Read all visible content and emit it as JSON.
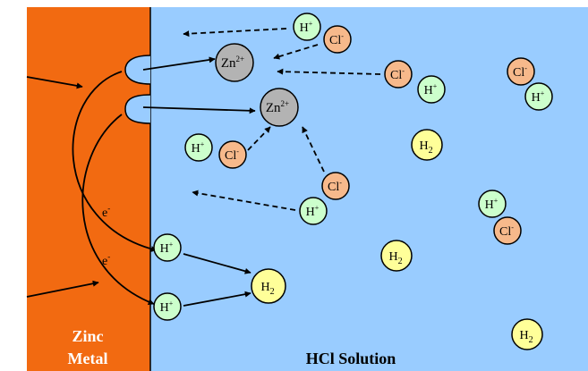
{
  "metal": {
    "label_line1": "Zinc",
    "label_line2": "Metal",
    "color": "#F26A11"
  },
  "solution": {
    "label": "HCl Solution",
    "color": "#99CCFF"
  },
  "species": {
    "h_plus": {
      "base": "H",
      "sup": "+",
      "color": "#CCFFCC"
    },
    "cl_minus": {
      "base": "Cl",
      "sup": "-",
      "color": "#F7B98B"
    },
    "zn": {
      "base": "Zn",
      "sup": "2+",
      "color": "#B3B3B3"
    },
    "h2": {
      "base": "H",
      "sub": "2",
      "color": "#FFFF99"
    },
    "electron": {
      "base": "e",
      "sup": "-"
    }
  },
  "outline_color": "#000000",
  "metal_label_color": "#ffffff"
}
